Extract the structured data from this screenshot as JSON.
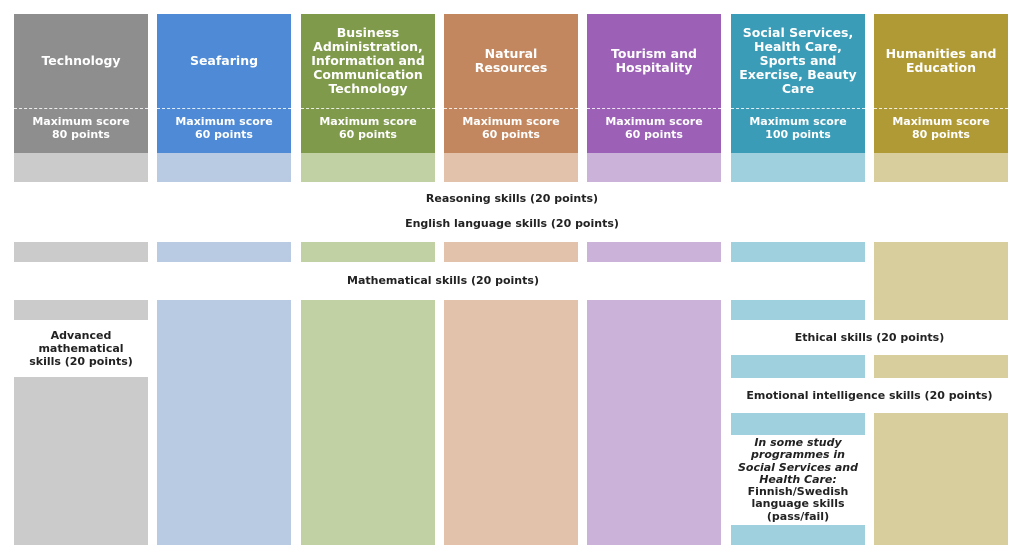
{
  "columns": [
    {
      "title": "Technology",
      "score_line1": "Maximum score",
      "score_line2": "80 points",
      "color": "#8e8e8e",
      "light": "#cbcbcb"
    },
    {
      "title": "Seafaring",
      "score_line1": "Maximum score",
      "score_line2": "60 points",
      "color": "#4e8ad6",
      "light": "#b9cbe3"
    },
    {
      "title": "Business Administration, Information and Communication Technology",
      "score_line1": "Maximum score",
      "score_line2": "60 points",
      "color": "#7f9a4b",
      "light": "#c1d1a4"
    },
    {
      "title": "Natural Resources",
      "score_line1": "Maximum score",
      "score_line2": "60 points",
      "color": "#c2875f",
      "light": "#e2c2ab"
    },
    {
      "title": "Tourism and Hospitality",
      "score_line1": "Maximum score",
      "score_line2": "60 points",
      "color": "#9c61b7",
      "light": "#cbb2d9"
    },
    {
      "title": "Social Services, Health Care, Sports and Exercise, Beauty Care",
      "score_line1": "Maximum score",
      "score_line2": "100 points",
      "color": "#3a9cb7",
      "light": "#9fd0dd"
    },
    {
      "title": "Humanities and Education",
      "score_line1": "Maximum score",
      "score_line2": "80 points",
      "color": "#b09a35",
      "light": "#d8cd9c"
    }
  ],
  "bands": {
    "reasoning": "Reasoning skills (20 points)",
    "english": "English language skills (20 points)",
    "math": "Mathematical skills (20 points)",
    "advanced_math": "Advanced mathematical skills (20 points)",
    "ethical": "Ethical skills (20 points)",
    "emotional": "Emotional intelligence skills (20 points)"
  },
  "note": {
    "italic": "In some study programmes in Social Services and Health Care:",
    "plain": "Finnish/Swedish language skills (pass/fail)"
  }
}
